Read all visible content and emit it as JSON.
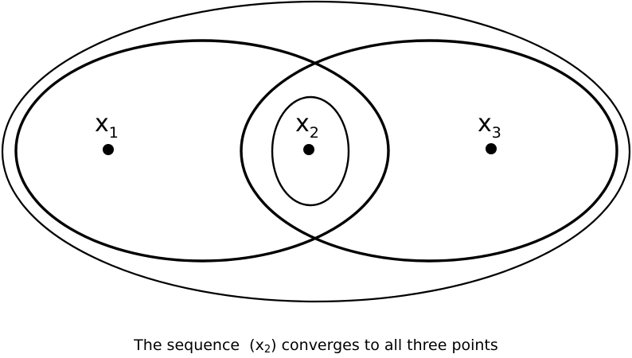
{
  "diagram": {
    "type": "nested-ellipse-set-diagram",
    "colors": {
      "stroke": "#000000",
      "background": "#ffffff",
      "points": "#000000"
    },
    "sets": [
      {
        "id": "outer",
        "description": "outer enclosing ellipse"
      },
      {
        "id": "left",
        "description": "neighborhood containing x1 and x2"
      },
      {
        "id": "right",
        "description": "neighborhood containing x2 and x3"
      },
      {
        "id": "inner",
        "description": "small neighborhood around x2"
      }
    ],
    "points": [
      {
        "id": "x1",
        "base": "x",
        "subscript": "1"
      },
      {
        "id": "x2",
        "base": "x",
        "subscript": "2"
      },
      {
        "id": "x3",
        "base": "x",
        "subscript": "3"
      }
    ]
  },
  "caption": {
    "before": "The sequence  (x",
    "subscript": "2",
    "after": ") converges to all three points"
  }
}
